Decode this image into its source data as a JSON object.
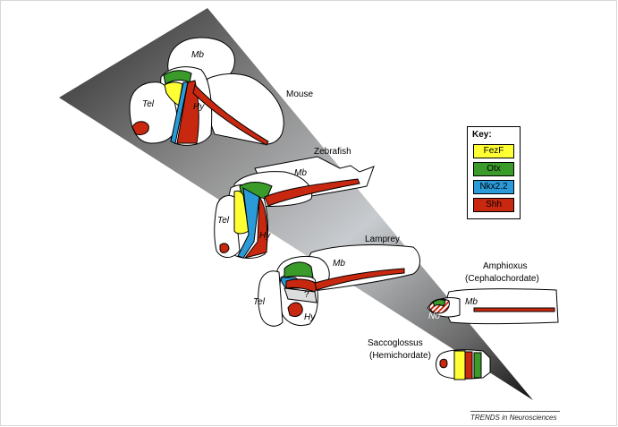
{
  "labels": {
    "mouse": {
      "species": "Mouse",
      "mb": "Mb",
      "tel": "Tel",
      "hy": "Hy"
    },
    "zebrafish": {
      "species": "Zebrafish",
      "mb": "Mb",
      "tel": "Tel",
      "hy": "Hy"
    },
    "lamprey": {
      "species": "Lamprey",
      "mb": "Mb",
      "tel": "Tel",
      "hy": "Hy",
      "unknown": "?"
    },
    "amphioxus": {
      "species": "Amphioxus",
      "group": "(Cephalochordate)",
      "mb": "Mb",
      "no": "No"
    },
    "saccoglossus": {
      "species": "Saccoglossus",
      "group": "(Hemichordate)"
    }
  },
  "key": {
    "title": "Key:",
    "items": [
      {
        "label": "FezF",
        "color": "#ffff33"
      },
      {
        "label": "Otx",
        "color": "#3a9a2a"
      },
      {
        "label": "Nkx2.2",
        "color": "#2a9ad8"
      },
      {
        "label": "Shh",
        "color": "#c8280f"
      }
    ]
  },
  "credit": "TRENDS in Neurosciences",
  "colors": {
    "fezf": "#ffff33",
    "otx": "#3a9a2a",
    "nkx": "#2a9ad8",
    "shh": "#c8280f",
    "unknown": "#dcdcdc"
  }
}
